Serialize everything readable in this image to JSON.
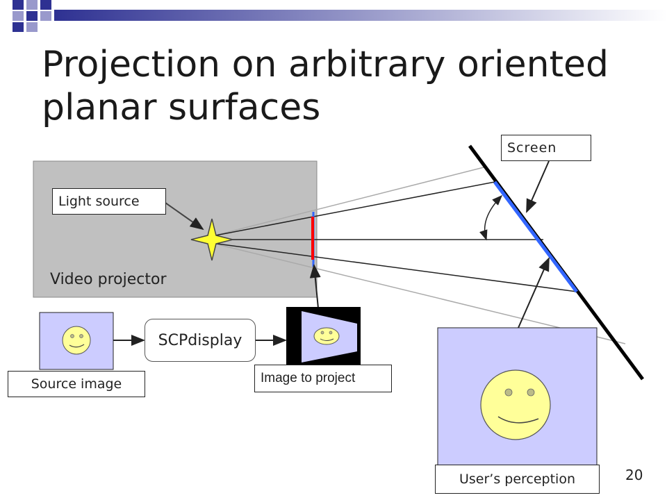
{
  "slide": {
    "title": "Projection on arbitrary oriented planar surfaces",
    "page_number": "20"
  },
  "diagram": {
    "video_projector_label": "Video projector",
    "light_source_label": "Light source",
    "screen_label": "Screen",
    "source_image_label": "Source image",
    "process_label": "SCPdisplay",
    "image_to_project_label": "Image to project",
    "users_perception_label": "User’s perception"
  },
  "colors": {
    "header_navy": "#2e3192",
    "header_gradient_end": "#ffffff",
    "projector_gray": "#c0c0c0",
    "panel_lavender": "#ccccff",
    "face_yellow": "#ffff99",
    "star_yellow": "#ffff33",
    "lens_red": "#ff0000",
    "screen_blue": "#3366ff"
  }
}
